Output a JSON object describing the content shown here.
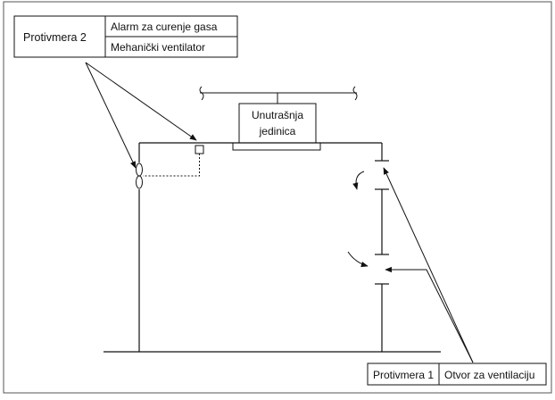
{
  "diagram": {
    "countermeasure_2": {
      "label": "Protivmera 2",
      "items": [
        "Alarm za curenje gasa",
        "Mehanički ventilator"
      ]
    },
    "indoor_unit": {
      "line1": "Unutrašnja",
      "line2": "jedinica"
    },
    "countermeasure_1": {
      "label": "Protivmera 1",
      "item": "Otvor za ventilaciju"
    }
  }
}
